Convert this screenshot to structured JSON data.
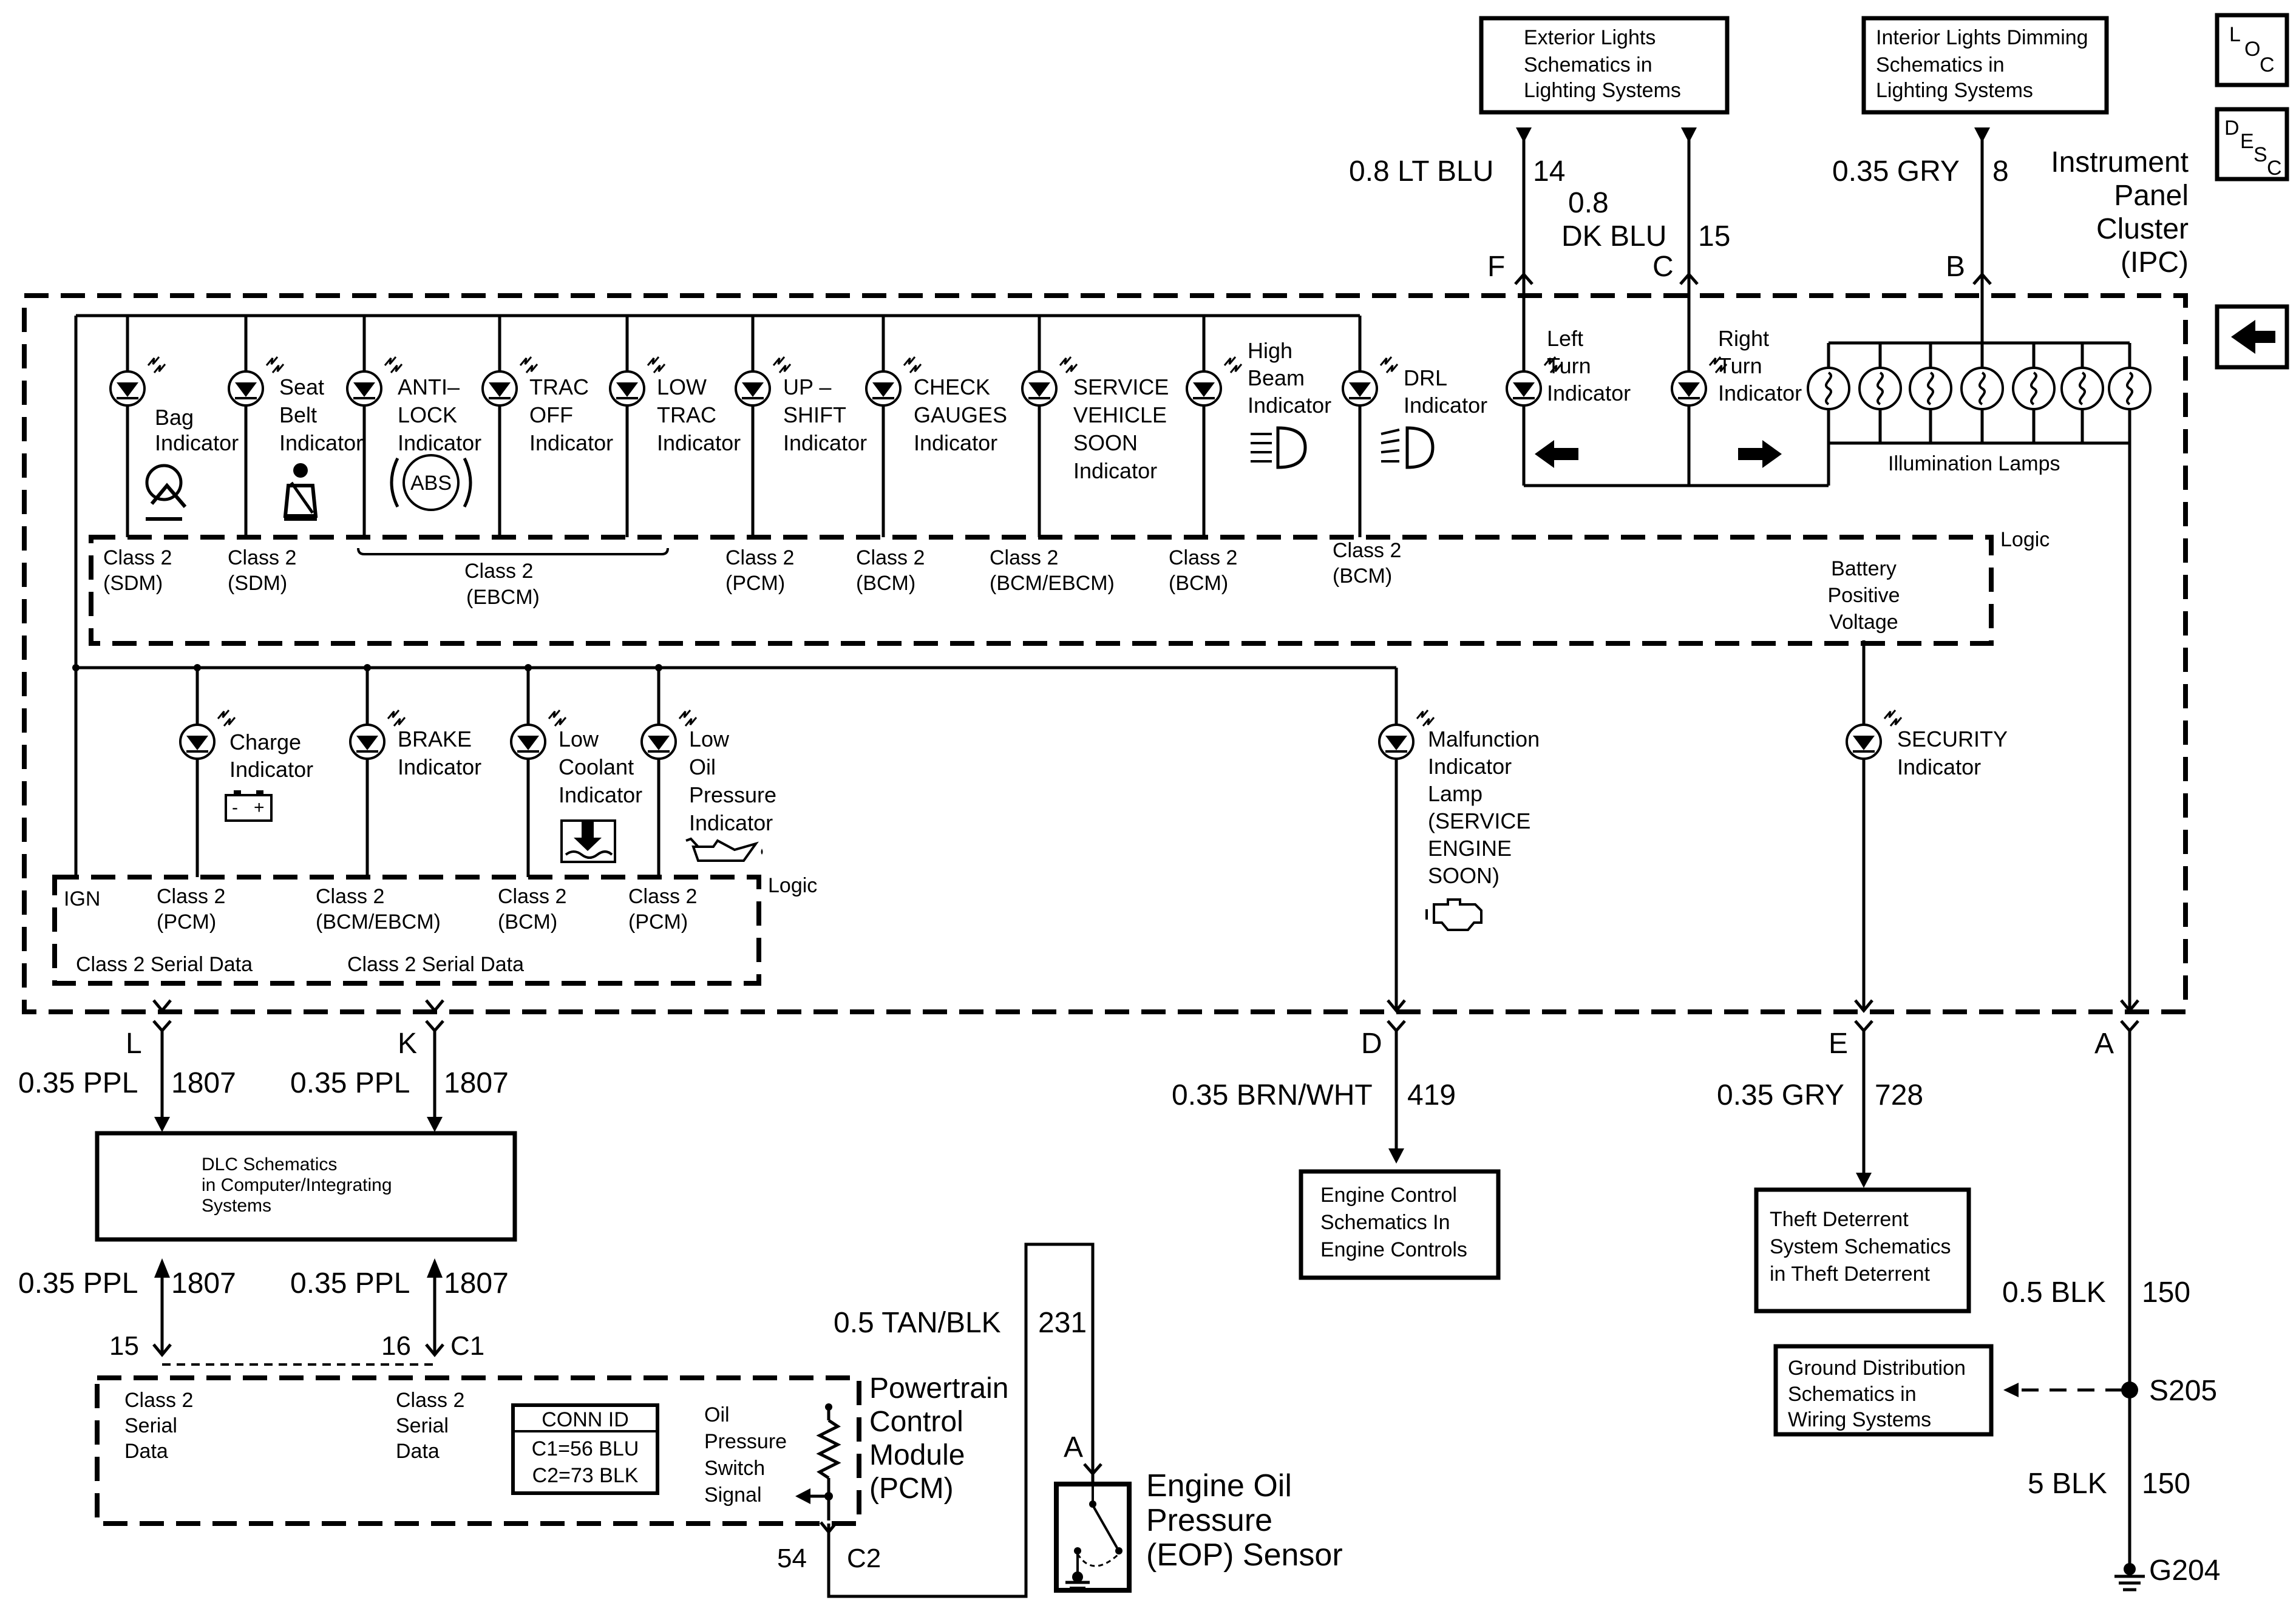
{
  "nav": {
    "loc": "LOC",
    "desc": "DESC",
    "back": "back-arrow"
  },
  "top_refs": {
    "exterior": [
      "Exterior Lights",
      "Schematics in",
      "Lighting Systems"
    ],
    "interior": [
      "Interior Lights Dimming",
      "Schematics in",
      "Lighting Systems"
    ]
  },
  "top_wires": {
    "f_color": "0.8 LT BLU",
    "f_circuit": "14",
    "c_color_1": "0.8",
    "c_color_2": "DK BLU",
    "c_circuit": "15",
    "b_color": "0.35 GRY",
    "b_circuit": "8",
    "pin_f": "F",
    "pin_c": "C",
    "pin_b": "B"
  },
  "ipc": [
    "Instrument",
    "Panel",
    "Cluster",
    "(IPC)"
  ],
  "upper_indicators": [
    {
      "lines": [
        "Bag",
        "Indicator"
      ]
    },
    {
      "lines": [
        "Seat",
        "Belt",
        "Indicator"
      ]
    },
    {
      "lines": [
        "ANTI–",
        "LOCK",
        "Indicator"
      ],
      "symbol": "ABS"
    },
    {
      "lines": [
        "TRAC",
        "OFF",
        "Indicator"
      ]
    },
    {
      "lines": [
        "LOW",
        "TRAC",
        "Indicator"
      ]
    },
    {
      "lines": [
        "UP –",
        "SHIFT",
        "Indicator"
      ]
    },
    {
      "lines": [
        "CHECK",
        "GAUGES",
        "Indicator"
      ]
    },
    {
      "lines": [
        "SERVICE",
        "VEHICLE",
        "SOON",
        "Indicator"
      ]
    },
    {
      "lines": [
        "High",
        "Beam",
        "Indicator"
      ]
    },
    {
      "lines": [
        "DRL",
        "Indicator"
      ]
    },
    {
      "lines": [
        "Left",
        "Turn",
        "Indicator"
      ]
    },
    {
      "lines": [
        "Right",
        "Turn",
        "Indicator"
      ]
    }
  ],
  "illumination_label": "Illumination Lamps",
  "logic_upper": {
    "labels": [
      [
        "Class 2",
        "(SDM)"
      ],
      [
        "Class 2",
        "(SDM)"
      ],
      [
        "Class 2",
        "(EBCM)"
      ],
      [
        "Class 2",
        "(PCM)"
      ],
      [
        "Class 2",
        "(BCM)"
      ],
      [
        "Class 2",
        "(BCM/EBCM)"
      ],
      [
        "Class 2",
        "(BCM)"
      ],
      [
        "Class 2",
        "(BCM)"
      ]
    ],
    "logic": "Logic",
    "battery": [
      "Battery",
      "Positive",
      "Voltage"
    ]
  },
  "lower_indicators": [
    {
      "lines": [
        "Charge",
        "Indicator"
      ]
    },
    {
      "lines": [
        "BRAKE",
        "Indicator"
      ]
    },
    {
      "lines": [
        "Low",
        "Coolant",
        "Indicator"
      ]
    },
    {
      "lines": [
        "Low",
        "Oil",
        "Pressure",
        "Indicator"
      ]
    },
    {
      "lines": [
        "Malfunction",
        "Indicator",
        "Lamp",
        "(SERVICE",
        "ENGINE",
        "SOON)"
      ]
    },
    {
      "lines": [
        "SECURITY",
        "Indicator"
      ]
    }
  ],
  "logic_lower": {
    "ign": "IGN",
    "labels": [
      [
        "Class 2",
        "(PCM)"
      ],
      [
        "Class 2",
        "(BCM/EBCM)"
      ],
      [
        "Class 2",
        "(BCM)"
      ],
      [
        "Class 2",
        "(PCM)"
      ]
    ],
    "serial": [
      "Class 2 Serial Data",
      "Class 2 Serial Data"
    ],
    "logic": "Logic"
  },
  "bottom_pins": {
    "l": "L",
    "k": "K",
    "d": "D",
    "e": "E",
    "a": "A"
  },
  "bottom_wires": {
    "l_color": "0.35 PPL",
    "l_circuit": "1807",
    "k_color": "0.35 PPL",
    "k_circuit": "1807",
    "d_color": "0.35 BRN/WHT",
    "d_circuit": "419",
    "e_color": "0.35 GRY",
    "e_circuit": "728",
    "a_color1": "0.5 BLK",
    "a_circuit1": "150",
    "a_color2": "5 BLK",
    "a_circuit2": "150",
    "pcm_l_color": "0.35 PPL",
    "pcm_l_circuit": "1807",
    "pcm_k_color": "0.35 PPL",
    "pcm_k_circuit": "1807",
    "eop_color": "0.5 TAN/BLK",
    "eop_circuit": "231"
  },
  "refs": {
    "dlc": [
      "DLC Schematics",
      "in Computer/Integrating",
      "Systems"
    ],
    "engine": [
      "Engine Control",
      "Schematics In",
      "Engine Controls"
    ],
    "theft": [
      "Theft Deterrent",
      "System Schematics",
      "in Theft Deterrent"
    ],
    "ground": [
      "Ground Distribution",
      "Schematics in",
      "Wiring Systems"
    ]
  },
  "splice": "S205",
  "ground": "G204",
  "pcm": {
    "title": [
      "Powertrain",
      "Control",
      "Module",
      "(PCM)"
    ],
    "pin15": "15",
    "pin16": "16",
    "conn_c1": "C1",
    "serial1": [
      "Class 2",
      "Serial",
      "Data"
    ],
    "serial2": [
      "Class 2",
      "Serial",
      "Data"
    ],
    "conn_id": [
      "CONN ID",
      "C1=56 BLU",
      "C2=73 BLK"
    ],
    "oil_switch": [
      "Oil",
      "Pressure",
      "Switch",
      "Signal"
    ],
    "pin54": "54",
    "conn_c2": "C2"
  },
  "eop": {
    "pin": "A",
    "title": [
      "Engine Oil",
      "Pressure",
      "(EOP) Sensor"
    ]
  }
}
